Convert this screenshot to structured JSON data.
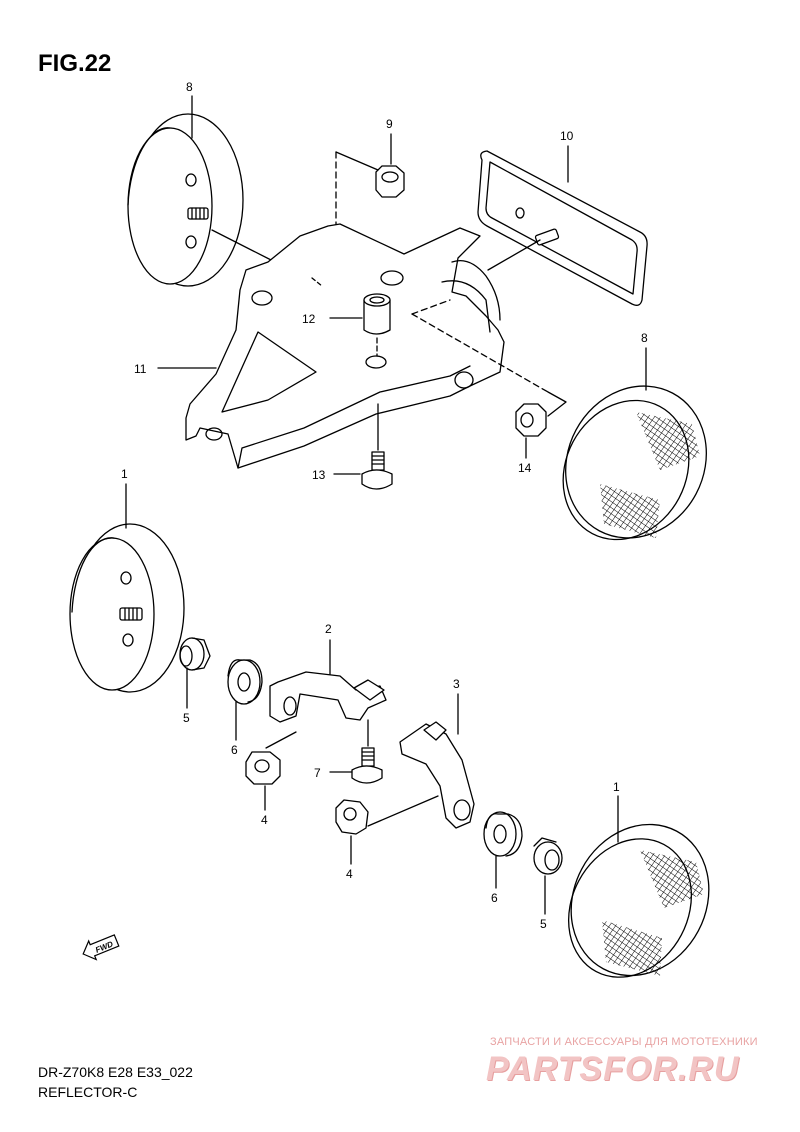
{
  "figure": {
    "title": "FIG.22"
  },
  "footer": {
    "code": "DR-Z70K8 E28 E33_022",
    "name": "REFLECTOR-C"
  },
  "watermark": {
    "tagline": "ЗАПЧАСТИ И АКСЕССУАРЫ ДЛЯ МОТОТЕХНИКИ",
    "logo": "PARTSFOR.RU"
  },
  "fwd_label": "FWD",
  "callouts": [
    "8",
    "9",
    "10",
    "12",
    "11",
    "8",
    "13",
    "14",
    "1",
    "2",
    "3",
    "5",
    "6",
    "7",
    "4",
    "4",
    "6",
    "5",
    "1"
  ],
  "colors": {
    "line": "#000000",
    "watermark": "#f2c4c4"
  }
}
